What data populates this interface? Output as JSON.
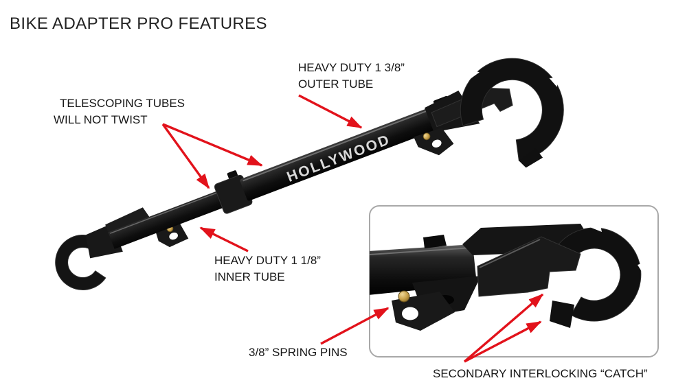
{
  "title": "BIKE ADAPTER PRO FEATURES",
  "product": {
    "brand_logo": "HOLLYWOOD"
  },
  "callouts": {
    "outer_tube": {
      "line1": "HEAVY DUTY 1 3/8”",
      "line2": "OUTER TUBE"
    },
    "telescoping": {
      "line1": "TELESCOPING TUBES",
      "line2": "WILL NOT TWIST"
    },
    "inner_tube": {
      "line1": "HEAVY DUTY 1 1/8”",
      "line2": "INNER TUBE"
    },
    "spring_pins": {
      "label": "3/8” SPRING PINS"
    },
    "interlock_catch": {
      "label": "SECONDARY INTERLOCKING “CATCH”"
    }
  },
  "colors": {
    "background": "#ffffff",
    "text": "#1c1c1c",
    "arrow_red": "#e2121b",
    "product_black": "#121212",
    "brand_silver": "#d9d9d9",
    "pin_gold": "#c9a24a",
    "inset_border": "#a8a8a8"
  }
}
